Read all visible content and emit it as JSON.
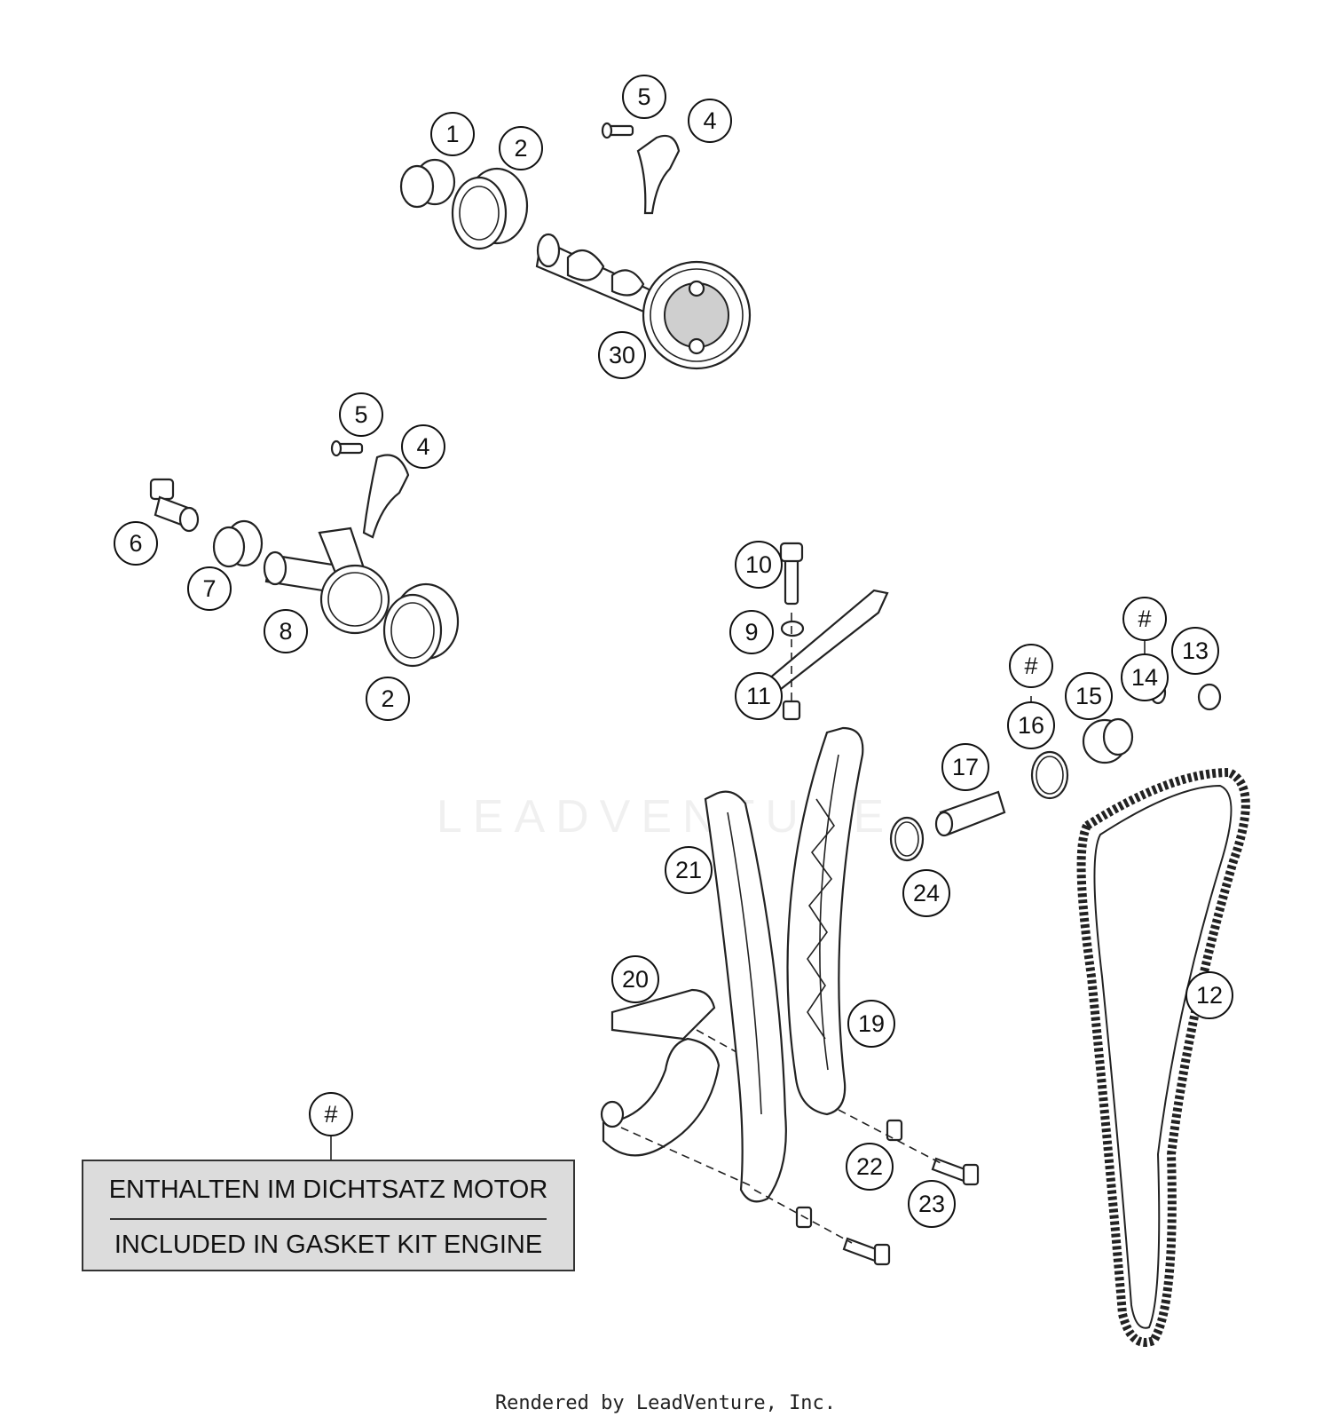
{
  "callouts": [
    {
      "label": "1"
    },
    {
      "label": "2"
    },
    {
      "label": "5"
    },
    {
      "label": "4"
    },
    {
      "label": "30"
    },
    {
      "label": "5"
    },
    {
      "label": "4"
    },
    {
      "label": "6"
    },
    {
      "label": "7"
    },
    {
      "label": "8"
    },
    {
      "label": "2"
    },
    {
      "label": "10"
    },
    {
      "label": "9"
    },
    {
      "label": "11"
    },
    {
      "label": "#"
    },
    {
      "label": "14"
    },
    {
      "label": "13"
    },
    {
      "label": "#"
    },
    {
      "label": "16"
    },
    {
      "label": "15"
    },
    {
      "label": "17"
    },
    {
      "label": "24"
    },
    {
      "label": "21"
    },
    {
      "label": "19"
    },
    {
      "label": "20"
    },
    {
      "label": "12"
    },
    {
      "label": "22"
    },
    {
      "label": "23"
    },
    {
      "label": "#"
    }
  ],
  "legend": {
    "line1": "ENTHALTEN IM DICHTSATZ MOTOR",
    "line2": "INCLUDED IN GASKET KIT ENGINE"
  },
  "watermark": "LEADVENTURE",
  "footer": {
    "credit": "Rendered by LeadVenture, Inc."
  }
}
